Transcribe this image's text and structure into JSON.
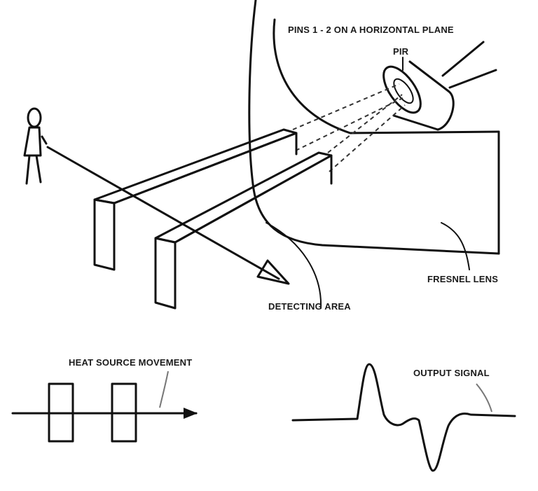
{
  "labels": {
    "pins": "PINS 1 - 2 ON A HORIZONTAL PLANE",
    "pir": "PIR",
    "fresnel_lens": "FRESNEL LENS",
    "detecting_area": "DETECTING AREA",
    "heat_source_movement": "HEAT SOURCE MOVEMENT",
    "output_signal": "OUTPUT SIGNAL"
  }
}
